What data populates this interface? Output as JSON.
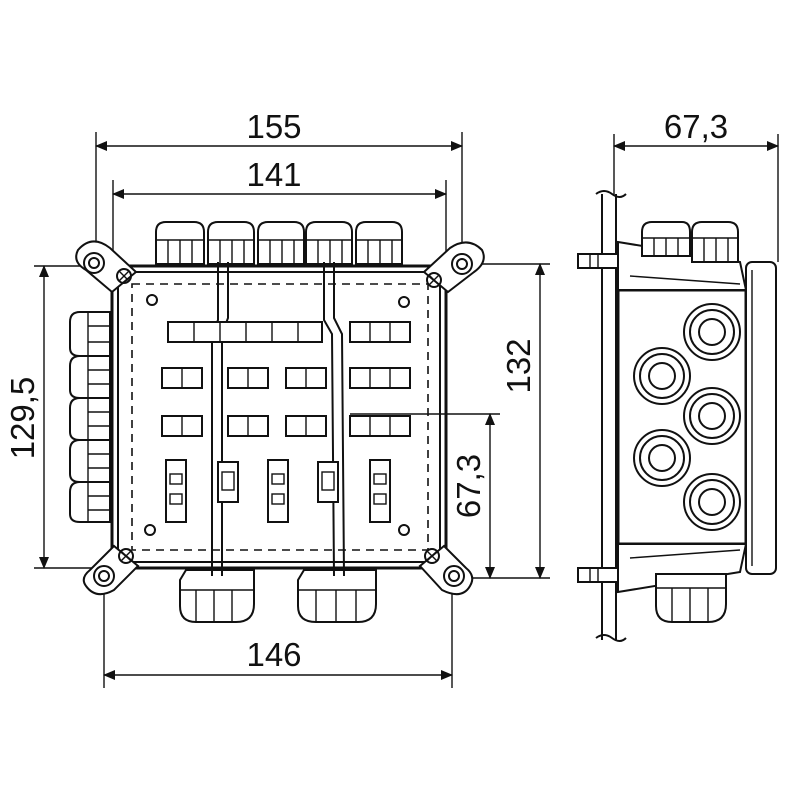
{
  "dimensions": {
    "top_outer_width": "155",
    "top_inner_width": "141",
    "bottom_width": "146",
    "left_height": "129,5",
    "right_height": "132",
    "mid_height": "67,3",
    "side_depth": "67,3"
  },
  "icons": [
    "gland-icon",
    "bolt-icon",
    "screw-icon",
    "terminal-icon"
  ]
}
